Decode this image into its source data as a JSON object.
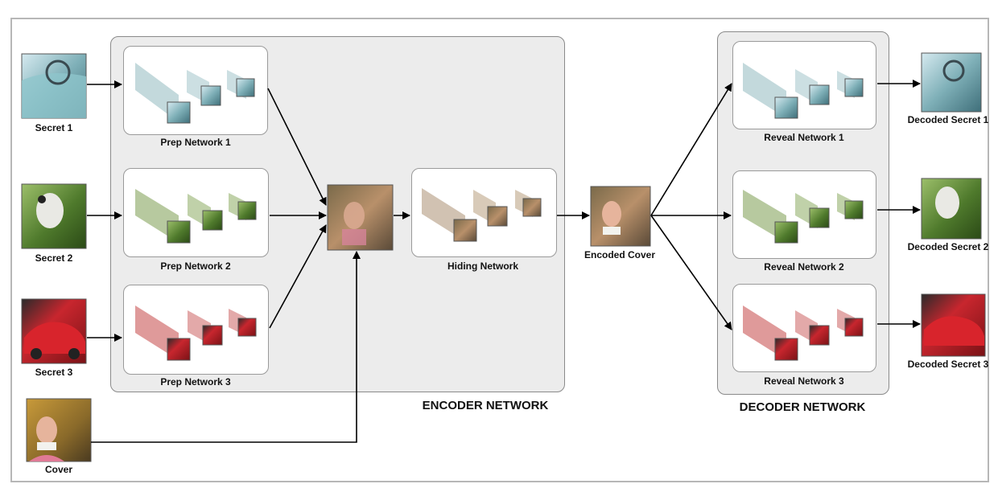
{
  "inputs": {
    "secret1": "Secret 1",
    "secret2": "Secret 2",
    "secret3": "Secret 3",
    "cover": "Cover"
  },
  "encoder": {
    "title": "ENCODER NETWORK",
    "prep1": "Prep Network 1",
    "prep2": "Prep Network 2",
    "prep3": "Prep Network 3",
    "hiding": "Hiding Network"
  },
  "encoded_cover": "Encoded Cover",
  "decoder": {
    "title": "DECODER NETWORK",
    "reveal1": "Reveal Network 1",
    "reveal2": "Reveal Network 2",
    "reveal3": "Reveal Network 3"
  },
  "outputs": {
    "decoded1": "Decoded Secret 1",
    "decoded2": "Decoded Secret 2",
    "decoded3": "Decoded Secret 3"
  },
  "colors": {
    "secret1": "#7fb0b8",
    "secret2": "#5f8a3a",
    "secret3": "#c8262e",
    "cover": "#b8906a"
  }
}
